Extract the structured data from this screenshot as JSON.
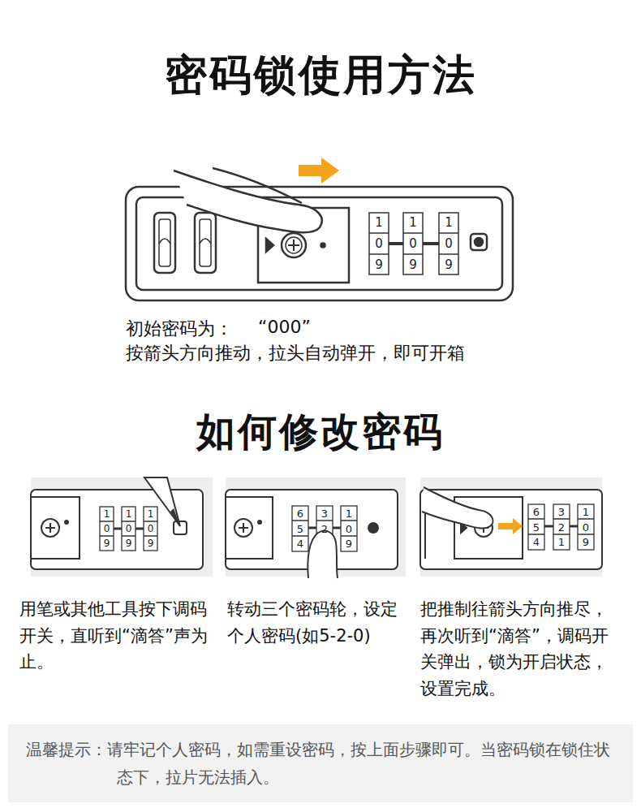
{
  "diagram": {
    "title": "密码锁使用方法",
    "nodes": [
      {
        "text": [
          "温馨提示：请牢记个人密码，如需重设密码，按上面步骤即可。当密码锁在锁住状态下，拉片无法插入。"
        ]
      }
    ],
    "labels": [
      "初始密码为：",
      "“000”",
      "按箭头方向推动，拉头自动弹开，即可开箱",
      "如何修改密码",
      "用笔或其他工具按下调码开关，直听到“滴答”声为止。",
      "转动三个密码轮，设定个人密码(如5-2-0)",
      "把推制往箭头方向推尽，再次听到“滴答”，调码开关弹出，锁为开启状态，设置完成。",
      "1",
      "0",
      "9",
      "1",
      "0",
      "9",
      "1",
      "0",
      "9",
      "1",
      "0",
      "9",
      "1",
      "0",
      "9",
      "1",
      "0",
      "9",
      "6",
      "5",
      "4",
      "3",
      "2",
      "1",
      "0",
      "9",
      "6",
      "5",
      "4",
      "3",
      "2",
      "1",
      "1",
      "0",
      "9"
    ]
  }
}
